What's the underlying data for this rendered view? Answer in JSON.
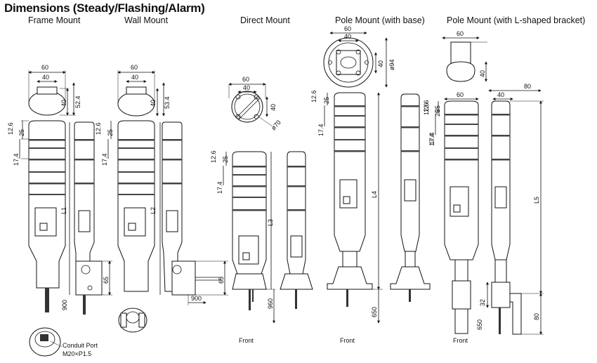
{
  "title": "Dimensions (Steady/Flashing/Alarm)",
  "sections": {
    "frame": "Frame Mount",
    "wall": "Wall Mount",
    "direct": "Direct Mount",
    "pole_base": "Pole Mount (with base)",
    "pole_l": "Pole Mount (with L-shaped bracket)"
  },
  "dims": {
    "w60": "60",
    "w40": "40",
    "w80": "80",
    "d40": "40",
    "d52_4": "52.4",
    "d53_4": "53.4",
    "d12_6": "12.6",
    "d25": "25",
    "d17_4": "17.4",
    "d900": "900",
    "d960": "960",
    "d65": "65",
    "d650": "650",
    "d32": "32",
    "d80": "80",
    "phi70": "ø70",
    "phi94": "ø94",
    "L1": "L1",
    "L2": "L2",
    "L3": "L3",
    "L4": "L4",
    "L5": "L5"
  },
  "labels": {
    "front": "Front",
    "conduit_port": "Conduit Port",
    "conduit_thread": "M20×P1.5"
  }
}
